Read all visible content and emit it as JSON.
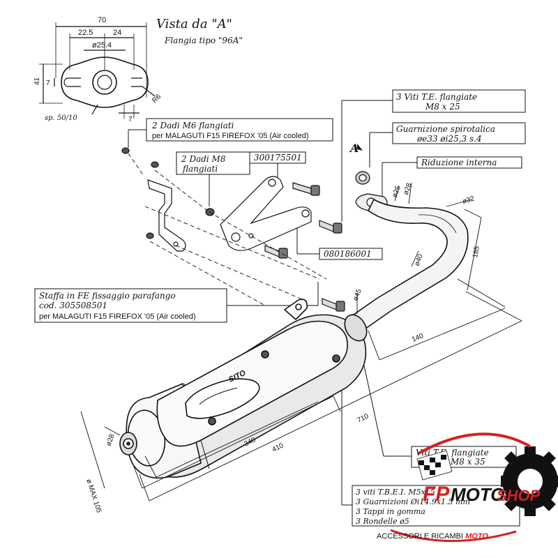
{
  "flange_view": {
    "title": "Vista da \"A\"",
    "subtitle": "Flangia tipo \"96A\"",
    "dim_width": "70",
    "dim_a": "22.5",
    "dim_b": "24",
    "dim_bore": "ø25.4",
    "dim_height": "41",
    "dim_small": "7",
    "dim_radius": "R6",
    "dim_bottom": "7",
    "thickness": "sp. 50/10"
  },
  "callouts": {
    "m6_line1": "2 Dadi M6 flangiati",
    "m6_line2": "per  MALAGUTI F15 FIREFOX '05 (Air cooled)",
    "m8_line1": "2 Dadi M8",
    "m8_line2": "flangiati",
    "code_top": "300175501",
    "code_bottom": "080186001",
    "viti_te_line1": "3 Viti T.E. flangiate",
    "viti_te_line2": "M8 x 25",
    "guarnizione_line1": "Guarnizione spirotalica",
    "guarnizione_line2": "øe33 øi25,3 s.4",
    "riduzione": "Riduzione interna",
    "staffa_line1": "Staffa in FE fissaggio parafango",
    "staffa_line2": "cod.  305508501",
    "staffa_line3": "per  MALAGUTI F15 FIREFOX '05 (Air cooled)",
    "bottom_line1": "Viti T.E. flangiate",
    "bottom_line2": "M8 x 35",
    "list_1": "3  viti  T.B.E.I.  M5x15",
    "list_2": "3  Guarnizioni  Øi14.9x1.5 mm",
    "list_3": "3  Tappi  in  gomma",
    "list_4": "3  Rondelle  ø5",
    "view_marker": "A"
  },
  "dimensions": {
    "d25": "ø25",
    "d28": "ø28",
    "d32": "ø32",
    "d40": "ø40",
    "d45": "ø45",
    "d185": "185",
    "d140": "140",
    "d710": "710",
    "d410": "410",
    "d340": "340",
    "d28_tail": "ø28",
    "max105": "ø MAX 105"
  },
  "muffler_logo": "SITO",
  "watermark": {
    "brand_left": "FP",
    "brand_mid": "MOTOR",
    "brand_right": "SHOP",
    "tagline_a": "ACCESSORI E RICAMBI ",
    "tagline_b": "MOTO",
    "red": "#d6201f",
    "black": "#111111"
  }
}
